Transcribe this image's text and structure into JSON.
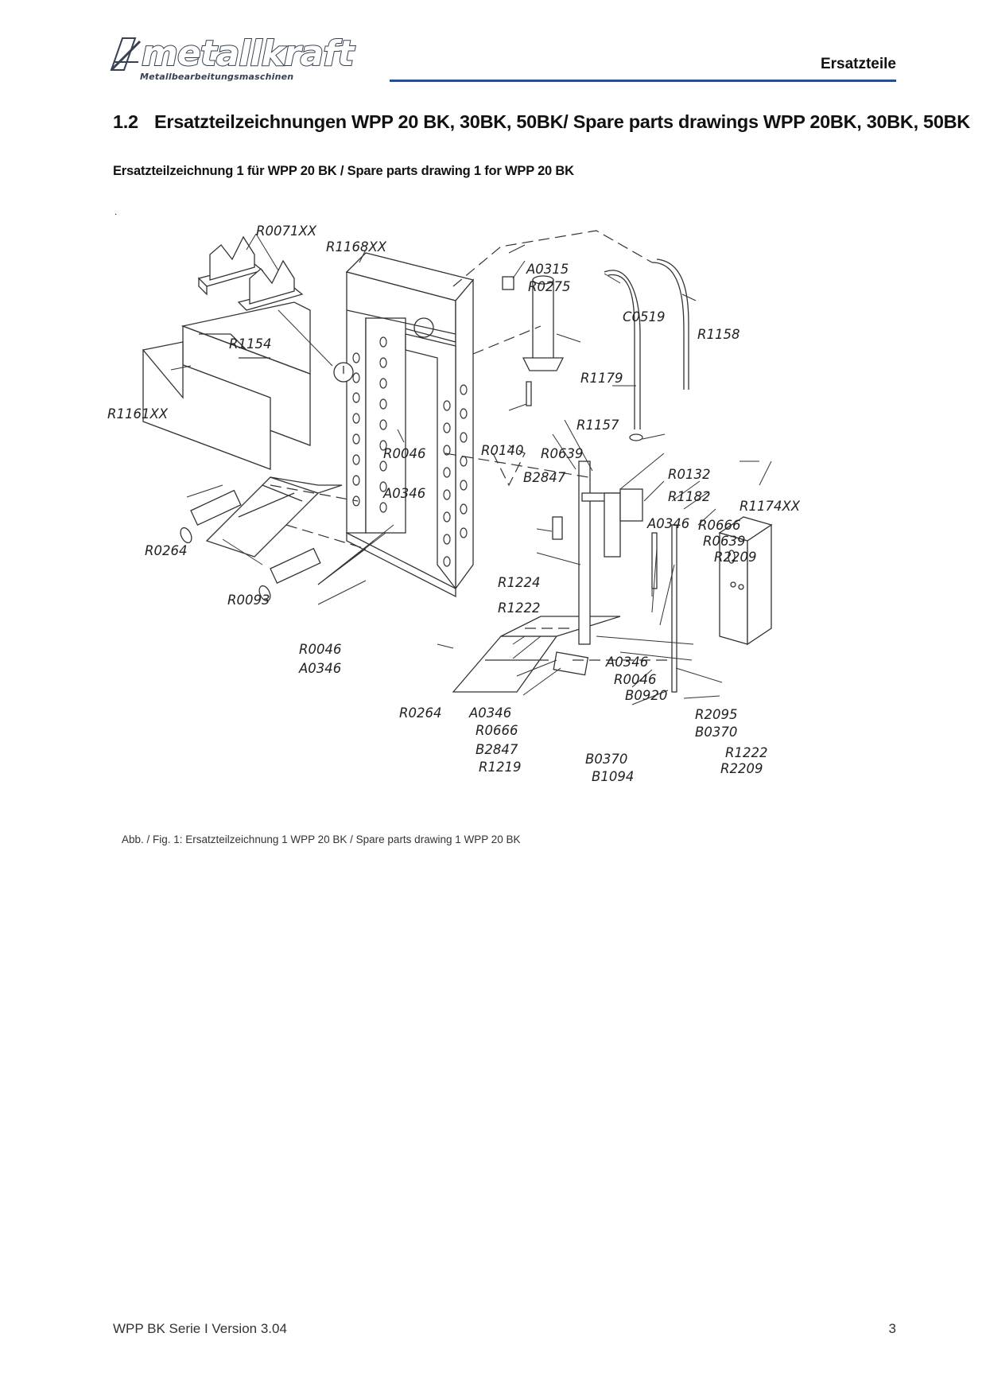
{
  "header": {
    "brand": "metallkraft",
    "brand_tagline": "Metallbearbeitungsmaschinen",
    "section": "Ersatzteile",
    "accent_color": "#1f4ea8"
  },
  "heading": {
    "number": "1.2",
    "title": "Ersatzteilzeichnungen WPP 20 BK, 30BK, 50BK/ Spare parts drawings WPP 20BK, 30BK, 50BK"
  },
  "subheading": "Ersatzteilzeichnung 1 für WPP 20 BK / Spare parts drawing 1 for WPP 20 BK",
  "stray_mark": ".",
  "drawing": {
    "labels": {
      "r0071xx": "R0071XX",
      "r1168xx": "R1168XX",
      "a0315": "A0315",
      "r0275": "R0275",
      "c0519": "C0519",
      "r1158": "R1158",
      "r1154": "R1154",
      "r1179": "R1179",
      "r1161xx": "R1161XX",
      "r1157": "R1157",
      "r0046_a": "R0046",
      "a0346_a": "A0346",
      "r0140": "R0140",
      "r0639_a": "R0639",
      "b2847_a": "B2847",
      "r0132": "R0132",
      "r1182": "R1182",
      "r1174xx": "R1174XX",
      "a0346_b": "A0346",
      "r0666_a": "R0666",
      "r0639_b": "R0639",
      "r2209_a": "R2209",
      "r0264_a": "R0264",
      "r1224": "R1224",
      "r1222_a": "R1222",
      "r0093": "R0093",
      "r0046_b": "R0046",
      "a0346_c": "A0346",
      "a0346_d": "A0346",
      "r0046_c": "R0046",
      "b0920": "B0920",
      "r0264_b": "R0264",
      "a0346_e": "A0346",
      "r0666_b": "R0666",
      "r2095": "R2095",
      "b0370_a": "B0370",
      "b2847_b": "B2847",
      "r1222_b": "R1222",
      "r1219": "R1219",
      "b0370_b": "B0370",
      "r2209_b": "R2209",
      "b1094": "B1094"
    }
  },
  "caption": "Abb. / Fig. 1: Ersatzteilzeichnung 1 WPP 20 BK / Spare parts drawing 1 WPP 20 BK",
  "footer": {
    "left": "WPP BK Serie I Version 3.04",
    "page_number": "3"
  }
}
